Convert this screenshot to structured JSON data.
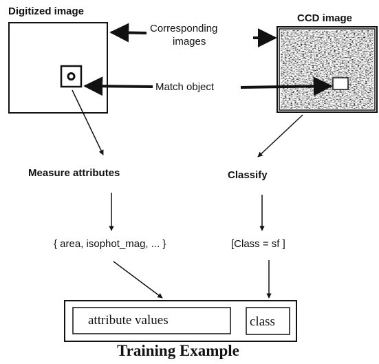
{
  "labels": {
    "digitized_image": "Digitized image",
    "ccd_image": "CCD image",
    "corresponding_line1": "Corresponding",
    "corresponding_line2": "images",
    "match_object": "Match object",
    "measure_attributes": "Measure attributes",
    "classify": "Classify",
    "attribute_set": "{ area, isophot_mag, ... }",
    "class_value": "[Class = sf ]",
    "attribute_values": "attribute values",
    "class": "class",
    "training_example": "Training Example"
  },
  "colors": {
    "ink": "#111111",
    "background": "#ffffff"
  }
}
